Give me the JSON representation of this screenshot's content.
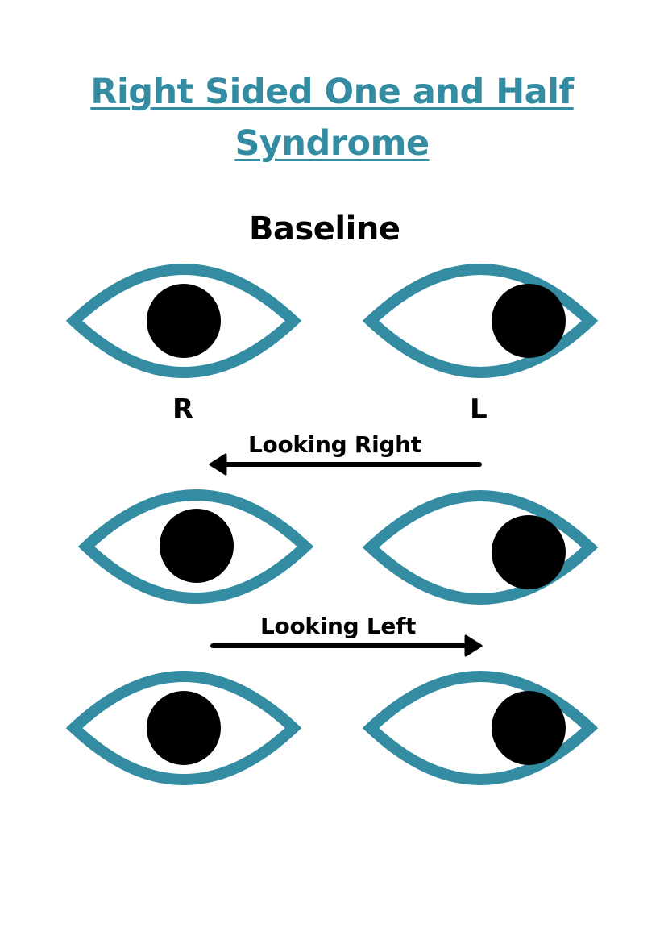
{
  "title": {
    "line1": "Right Sided One and Half",
    "line2": "Syndrome"
  },
  "colors": {
    "eye_outline": "#338ca2",
    "pupil": "#000000",
    "text": "#000000",
    "title": "#338ca2",
    "background": "#ffffff"
  },
  "sections": [
    {
      "label": "Baseline",
      "eyes": [
        {
          "side": "R",
          "pupil_position": "center"
        },
        {
          "side": "L",
          "pupil_position": "right (outward)"
        }
      ]
    },
    {
      "label": "Looking Right",
      "arrow": "left",
      "eyes": [
        {
          "side": "R",
          "pupil_position": "center"
        },
        {
          "side": "L",
          "pupil_position": "right (outward)"
        }
      ]
    },
    {
      "label": "Looking Left",
      "arrow": "right",
      "eyes": [
        {
          "side": "R",
          "pupil_position": "center"
        },
        {
          "side": "L",
          "pupil_position": "right (outward)"
        }
      ]
    }
  ],
  "eye_labels": {
    "right": "R",
    "left": "L"
  }
}
